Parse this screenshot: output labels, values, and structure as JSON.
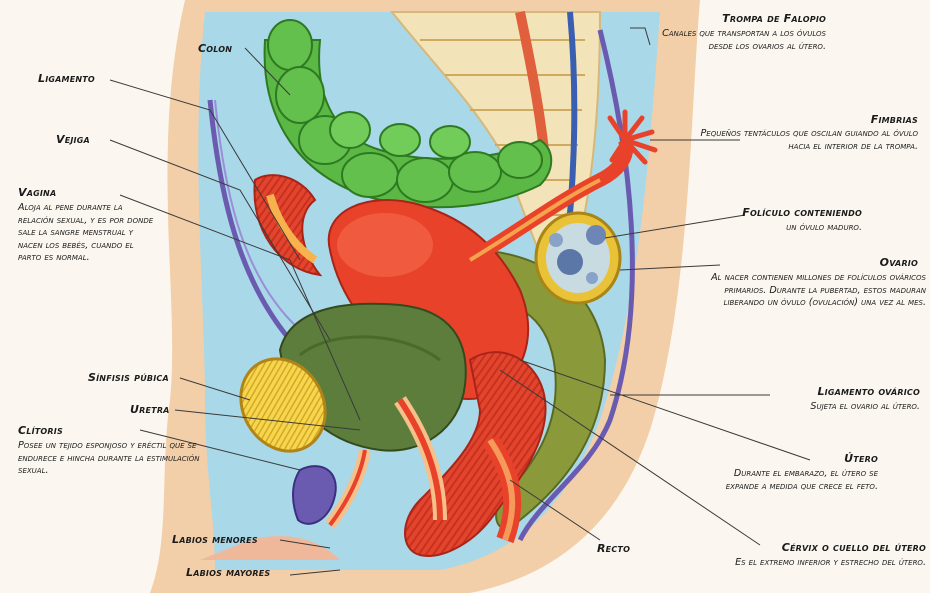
{
  "labels": {
    "trompa": {
      "title": "Trompa de Falopio",
      "desc": "Canales que transportan a los óvulos desde los ovarios al útero."
    },
    "colon": {
      "title": "Colon"
    },
    "ligamento": {
      "title": "Ligamento"
    },
    "vejiga": {
      "title": "Vejiga"
    },
    "vagina": {
      "title": "Vagina",
      "desc": "Aloja al pene durante la relación sexual, y es por donde sale la sangre menstrual y nacen los bebés, cuando el parto es normal."
    },
    "fimbrias": {
      "title": "Fimbrias",
      "desc": "Pequeños tentáculos que oscilan guiando al óvulo hacia el interior de la trompa."
    },
    "foliculo": {
      "title": "Folículo conteniendo",
      "desc": "un óvulo maduro."
    },
    "ovario": {
      "title": "Ovario",
      "desc": "Al nacer contienen millones de folículos ováricos primarios. Durante la pubertad, estos maduran liberando un óvulo (ovulación) una vez al mes."
    },
    "sinfisis": {
      "title": "Sínfisis púbica"
    },
    "uretra": {
      "title": "Uretra"
    },
    "clitoris": {
      "title": "Clítoris",
      "desc": "Posee un tejido esponjoso y eréctil que se endurece e hincha durante la estimulación sexual."
    },
    "lig_ovarico": {
      "title": "Ligamento ovárico",
      "desc": "Sujeta el ovario al útero."
    },
    "utero": {
      "title": "Útero",
      "desc": "Durante el embarazo, el útero se expande a medida que crece el feto."
    },
    "labios_menores": {
      "title": "Labios menores"
    },
    "labios_mayores": {
      "title": "Labios mayores"
    },
    "recto": {
      "title": "Recto"
    },
    "cervix": {
      "title": "Cérvix o cuello del útero",
      "desc": "Es el extremo inferior y estrecho del útero."
    }
  },
  "colors": {
    "skin": "#f2cfa8",
    "fluid": "#a9d8e8",
    "colon": "#5bb844",
    "uterus": "#e8432a",
    "bladder": "#5d7d3c",
    "bone": "#f2d24a",
    "spine": "#f3e3b8",
    "vessel": "#6a5bb0"
  }
}
